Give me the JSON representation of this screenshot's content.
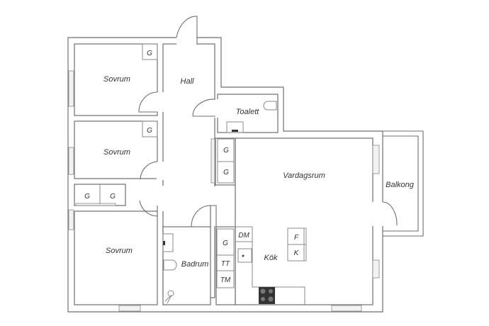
{
  "rooms": {
    "bedroom1": "Sovrum",
    "bedroom2": "Sovrum",
    "bedroom3": "Sovrum",
    "hall": "Hall",
    "toilet": "Toalett",
    "living": "Vardagsrum",
    "balcony": "Balkong",
    "bathroom": "Badrum",
    "kitchen": "Kök"
  },
  "fixtures": {
    "wardrobe": "G",
    "dishwasher": "DM",
    "dryer": "TT",
    "washer": "TM",
    "fridge": "F",
    "freezer": "K"
  },
  "colors": {
    "wall": "#6f6f6f",
    "background": "#ffffff"
  }
}
